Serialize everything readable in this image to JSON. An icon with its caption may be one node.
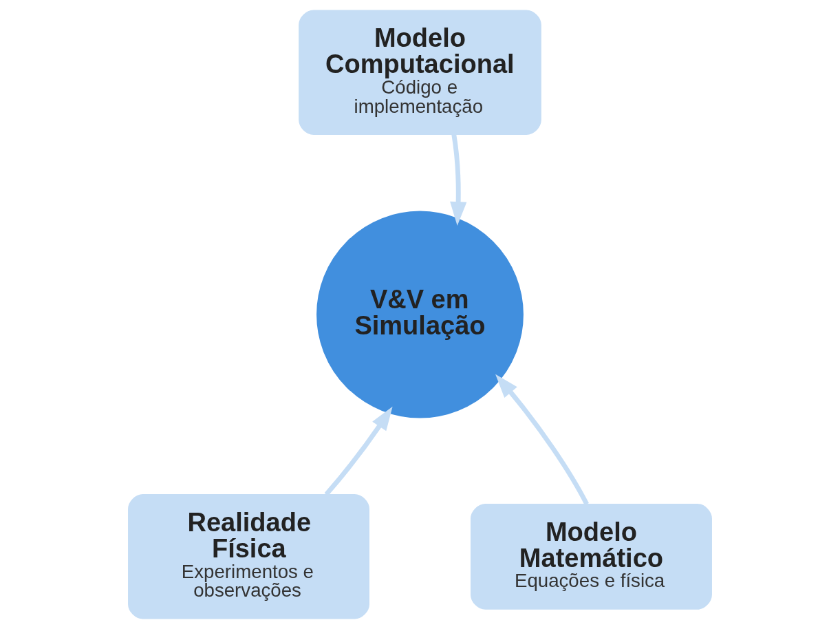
{
  "diagram": {
    "nodes": [
      {
        "text": [
          "Modelo Computacional",
          "Código e implementação"
        ]
      },
      {
        "text": [
          "V&V em Simulação"
        ]
      },
      {
        "text": [
          "Realidade Física",
          "Experimentos e observações"
        ]
      },
      {
        "text": [
          "Modelo Matemático",
          "Equações e física"
        ]
      }
    ],
    "edges": [
      {
        "from": 0,
        "to": 1,
        "arrow": "to"
      },
      {
        "from": 2,
        "to": 1,
        "arrow": "to"
      },
      {
        "from": 3,
        "to": 1,
        "arrow": "to"
      }
    ]
  }
}
